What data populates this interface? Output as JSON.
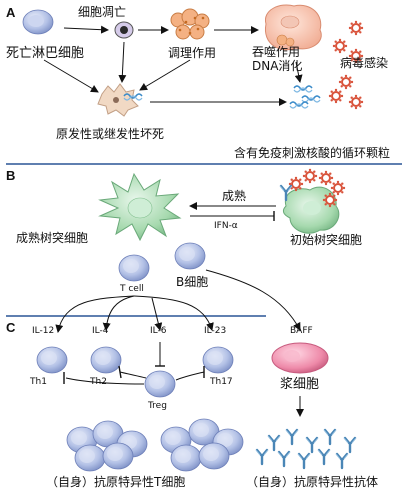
{
  "panels": {
    "a": {
      "letter": "A",
      "dying_lymphocyte": "死亡淋巴细胞",
      "apoptosis": "细胞凋亡",
      "opsonization": "调理作用",
      "phagocytosis": "吞噬作用",
      "dna_digestion": "DNA消化",
      "viral_infection": "病毒感染",
      "necrosis": "原发性或继发性坏死",
      "circulating_particles": "含有免疫刺激核酸的循环颗粒"
    },
    "b": {
      "letter": "B",
      "mature_dc": "成熟树突细胞",
      "maturation": "成熟",
      "ifn": "IFN-α",
      "immature_dc": "初始树突细胞",
      "b_cell": "B细胞",
      "t_cell": "T cell"
    },
    "c": {
      "letter": "C",
      "il12": "IL-12",
      "il4": "IL-4",
      "il6": "IL-6",
      "il23": "IL-23",
      "baff": "BAFF",
      "th1": "Th1",
      "th2": "Th2",
      "th17": "Th17",
      "treg": "Treg",
      "plasma_cell": "浆细胞",
      "auto_t_cells": "（自身）抗原特异性T细胞",
      "auto_antibodies": "（自身）抗原特异性抗体"
    }
  },
  "colors": {
    "lymphocyte": "#a9b8e0",
    "lymphocyte_dark": "#6d7fb8",
    "dendritic": "#9fd3a8",
    "virus": "#d9533b",
    "plasma": "#e8789a",
    "antibody": "#4a86b6",
    "divider": "#5f7fb0"
  }
}
